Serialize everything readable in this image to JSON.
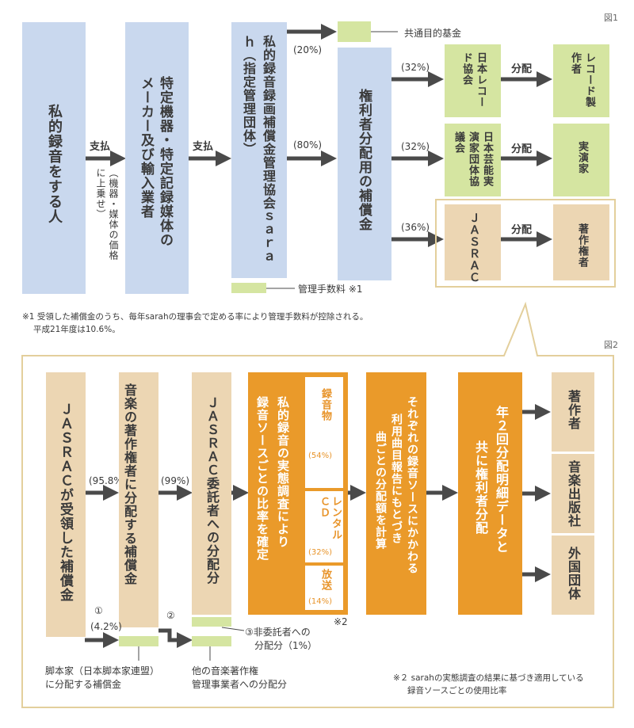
{
  "fig1": {
    "tag": "図1",
    "person": "私的録音をする人",
    "pay1": "支払",
    "pay1_note": "（機器・媒体の価格に上乗せ）",
    "maker": "特定機器・特定記録媒体のメーカー及び輸入業者",
    "pay2": "支払",
    "sarah": "私的録音録画補償金管理協会ｓａｒａｈ（指定管理団体）",
    "pct20": "(20%)",
    "pct80": "(80%)",
    "common_fund": "共通目的基金",
    "rights_comp": "権利者分配用の補償金",
    "fee_label": "管理手数料 ※1",
    "pct32a": "(32%)",
    "pct32b": "(32%)",
    "pct36": "(36%)",
    "recording_assoc": "日本レコード協会",
    "performers_assoc": "日本芸能実演家団体協議会",
    "jasrac": "ＪＡＳＲＡＣ",
    "dist1": "分配",
    "dist2": "分配",
    "dist3": "分配",
    "producers": "レコード製作者",
    "performers": "実演家",
    "copyright_holders": "著作権者",
    "note1_line1": "※1 受領した補償金のうち、毎年sarahの理事会で定める率により管理手数料が控除される。",
    "note1_line2": "平成21年度は10.6%。"
  },
  "fig2": {
    "tag": "図2",
    "jasrac_received": "ＪＡＳＲＡＣが受領した補償金",
    "pct958": "(95.8%)",
    "music_copyright": "音楽の著作権者に分配する補償金",
    "pct99": "(99%)",
    "jasrac_members": "ＪＡＳＲＡＣ委託者への分配分",
    "survey_line1": "私的録音の実態調査により",
    "survey_line2": "録音ソースごとの比率を確定",
    "src_record": "録音物",
    "src_record_pct": "(54%)",
    "src_rental": "レンタルＣＤ",
    "src_rental_pct": "(32%)",
    "src_broadcast": "放送",
    "src_broadcast_pct": "(14%)",
    "note2_mark": "※2",
    "calc_line1": "それぞれの録音ソースにかかわる",
    "calc_line2": "利用曲目報告にもとづき",
    "calc_line3": "曲ごとの分配額を計算",
    "stmt_line1": "年２回分配明細データと",
    "stmt_line2": "共に権利者分配",
    "out_authors": "著作者",
    "out_publishers": "音楽出版社",
    "out_foreign": "外国団体",
    "circle1": "①",
    "pct42": "(4.2%)",
    "circle2": "②",
    "circle3_line1": "③非委託者への",
    "circle3_line2": "分配分（1%）",
    "scriptwriters_line1": "脚本家（日本脚本家連盟）",
    "scriptwriters_line2": "に分配する補償金",
    "other_mgmt_line1": "他の音楽著作権",
    "other_mgmt_line2": "管理事業者への分配分",
    "note2_line1": "※２ sarahの実態調査の結果に基づき適用している",
    "note2_line2": "録音ソースごとの使用比率"
  },
  "colors": {
    "blue": "#c9d8ee",
    "green": "#d5e5a1",
    "beige": "#ecd6b3",
    "orange": "#ea9a2a",
    "arrow": "#4a4a4a",
    "frame": "#e3cf9c"
  }
}
